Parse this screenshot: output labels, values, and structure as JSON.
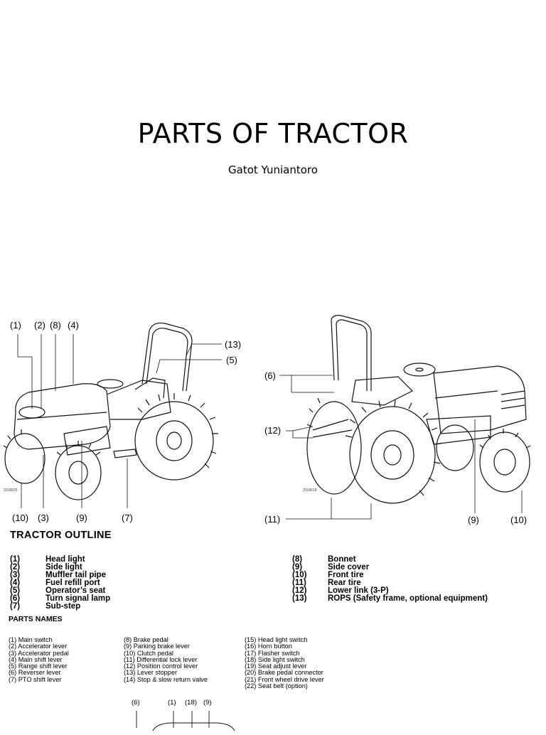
{
  "slide": {
    "title": "PARTS OF TRACTOR",
    "author": "Gatot Yuniantoro"
  },
  "figure": {
    "left_callouts": [
      "(1)",
      "(2)",
      "(8)",
      "(4)",
      "(13)",
      "(5)",
      "(10)",
      "(3)",
      "(9)",
      "(7)"
    ],
    "right_callouts": [
      "(6)",
      "(12)",
      "(11)",
      "(9)",
      "(10)"
    ],
    "left_fig_id": "2018620",
    "right_fig_id": "2018618"
  },
  "outline": {
    "heading": "TRACTOR OUTLINE",
    "left": [
      {
        "num": "(1)",
        "name": "Head light"
      },
      {
        "num": "(2)",
        "name": "Side light"
      },
      {
        "num": "(3)",
        "name": "Muffler tail pipe"
      },
      {
        "num": "(4)",
        "name": "Fuel refill port"
      },
      {
        "num": "(5)",
        "name": "Operator’s seat"
      },
      {
        "num": "(6)",
        "name": "Turn signal lamp"
      },
      {
        "num": "(7)",
        "name": "Sub-step"
      }
    ],
    "right": [
      {
        "num": "(8)",
        "name": "Bonnet"
      },
      {
        "num": "(9)",
        "name": "Side cover"
      },
      {
        "num": "(10)",
        "name": "Front tire"
      },
      {
        "num": "(11)",
        "name": "Rear tire"
      },
      {
        "num": "(12)",
        "name": "Lower link (3-P)"
      },
      {
        "num": "(13)",
        "name": "ROPS (Safety frame, optional equipment)"
      }
    ]
  },
  "parts_names": {
    "heading": "PARTS NAMES",
    "col1": [
      "(1) Main switch",
      "(2) Accelerator lever",
      "(3) Accelerator pedal",
      "(4) Main shift lever",
      "(5) Range shift lever",
      "(6) Reverser lever",
      "(7) PTO shift lever"
    ],
    "col2": [
      "(8) Brake pedal",
      "(9) Parking brake lever",
      "(10) Clutch pedal",
      "(11) Differential lock lever",
      "(12) Position control lever",
      "(13) Lever stopper",
      "(14) Stop & slow return valve"
    ],
    "col3": [
      "(15) Head light switch",
      "(16) Horn button",
      "(17) Flasher switch",
      "(18) Side light switch",
      "(19) Seat adjust lever",
      "(20) Brake pedal connector",
      "(21) Front wheel drive lever",
      "(22) Seat belt (option)"
    ]
  },
  "bottom_callouts": [
    "(6)",
    "(1)",
    "(18)",
    "(9)"
  ]
}
